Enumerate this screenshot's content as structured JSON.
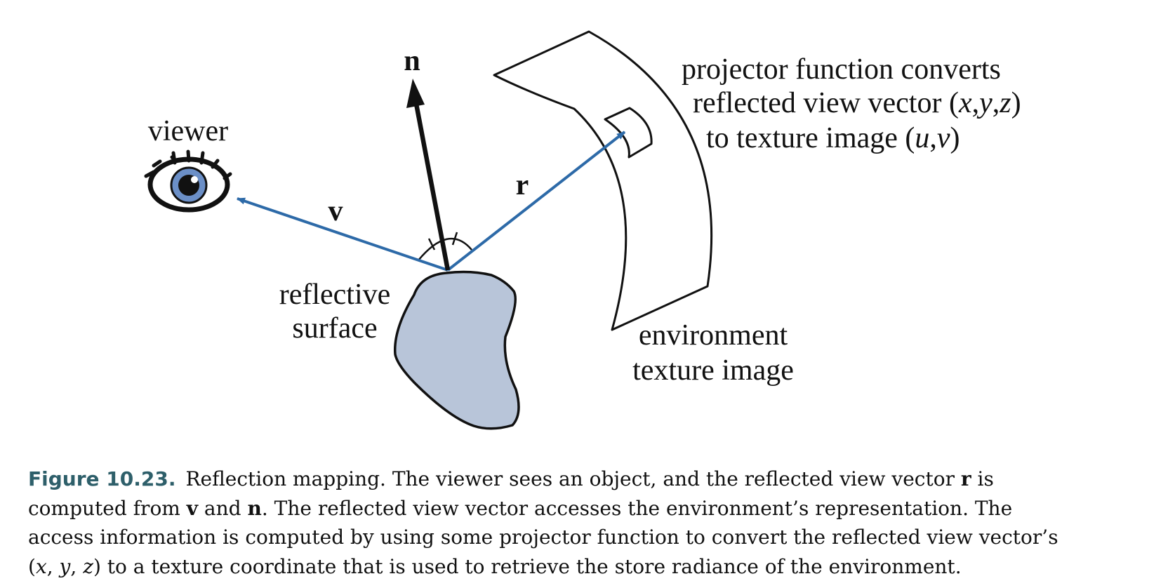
{
  "figure": {
    "labels": {
      "viewer": "viewer",
      "n": "n",
      "v": "v",
      "r": "r",
      "reflective_line1": "reflective",
      "reflective_line2": "surface",
      "environment_line1": "environment",
      "environment_line2": "texture image",
      "projector_line1": "projector function converts",
      "projector_line2_a": "reflected view vector (",
      "projector_line2_x": "x",
      "projector_line2_c1": ",",
      "projector_line2_y": "y",
      "projector_line2_c2": ",",
      "projector_line2_z": "z",
      "projector_line2_b": ")",
      "projector_line3_a": "to texture image (",
      "projector_line3_u": "u",
      "projector_line3_c": ",",
      "projector_line3_v": "v",
      "projector_line3_b": ")"
    },
    "colors": {
      "vector_blue": "#2d6aa8",
      "normal_black": "#111111",
      "surface_fill": "#b8c5d9",
      "eye_iris": "#6b8fc7"
    }
  },
  "caption": {
    "figure_label": "Figure 10.23.",
    "l1_a": "Reflection mapping. The viewer sees an object, and the reflected view vector ",
    "l1_r": "r",
    "l1_b": " is",
    "l2_a": "computed from ",
    "l2_v": "v",
    "l2_b": " and ",
    "l2_n": "n",
    "l2_c": ". The reflected view vector accesses the environment’s representation. The",
    "l3": "access information is computed by using some projector function to convert the reflected view vector’s",
    "l4_a": "(",
    "l4_x": "x",
    "l4_c1": ", ",
    "l4_y": "y",
    "l4_c2": ", ",
    "l4_z": "z",
    "l4_b": ")",
    "l4_rest": " to a texture coordinate that is used to retrieve the store radiance of the environment."
  }
}
